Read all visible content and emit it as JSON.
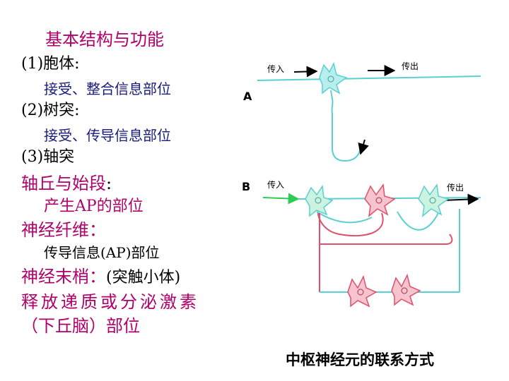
{
  "left": {
    "title": "基本结构与功能",
    "soma": "(1)胞体:",
    "soma_desc": "接受、整合信息部位",
    "dendrite": "(2)树突:",
    "dendrite_desc": "接受、传导信息部位",
    "axon": "(3)轴突",
    "hillock": "轴丘与始段",
    "hillock_colon": ":",
    "hillock_desc": "产生AP的部位",
    "fiber": "神经纤维：",
    "fiber_desc": "传导信息(AP)部位",
    "terminal": "神经末梢：",
    "terminal_paren": "(突触小体)",
    "release_line": "释放递质或分泌激素",
    "hypothalamus_line": "（下丘脑）部位"
  },
  "diagram": {
    "label_a": "A",
    "label_b": "B",
    "a_input": "传入",
    "a_output": "传出",
    "b_input": "传入",
    "b_output": "传出",
    "caption": "中枢神经元的联系方式"
  },
  "colors": {
    "cyan_neuron": "#5ad0d0",
    "green_fiber": "#2ecc55",
    "red_neuron": "#e0506a",
    "text_magenta": "#b0006a",
    "text_navy": "#1a1a7a"
  }
}
